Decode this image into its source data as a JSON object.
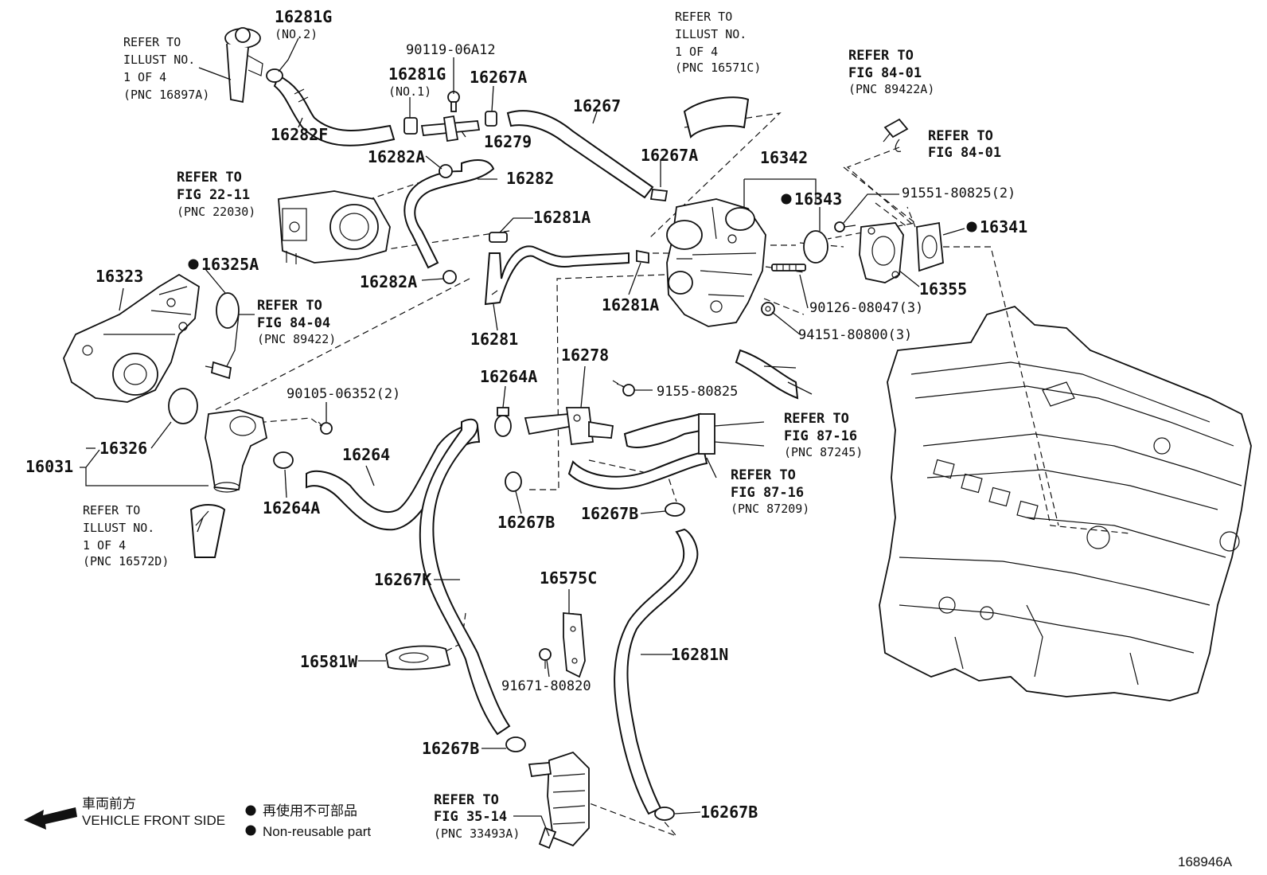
{
  "parts": {
    "p16281g_no2": "16281G",
    "p16281g_no2_sub": "(NO.2)",
    "p16282f": "16282F",
    "p90119": "90119-06A12",
    "p16281g_no1": "16281G",
    "p16281g_no1_sub": "(NO.1)",
    "p16267a_top": "16267A",
    "p16267": "16267",
    "p16279": "16279",
    "p16282a_top": "16282A",
    "p16282": "16282",
    "p16281a_left": "16281A",
    "p16282a_mid": "16282A",
    "p16281": "16281",
    "p16267a_right": "16267A",
    "p16342": "16342",
    "p16343": "16343",
    "p16341": "16341",
    "p91551": "91551-80825(2)",
    "p16355": "16355",
    "p16281a_right": "16281A",
    "p90126": "90126-08047(3)",
    "p94151": "94151-80800(3)",
    "p16323": "16323",
    "p16325a": "16325A",
    "p16326": "16326",
    "p16031": "16031",
    "p90105": "90105-06352(2)",
    "p16264": "16264",
    "p16264a_top": "16264A",
    "p16264a_bot": "16264A",
    "p16278": "16278",
    "p9155": "9155-80825",
    "p16267b_a": "16267B",
    "p16267b_b": "16267B",
    "p16267k": "16267K",
    "p16575c": "16575C",
    "p16581w": "16581W",
    "p91671": "91671-80820",
    "p16281n": "16281N",
    "p16267b_c": "16267B",
    "p16267b_d": "16267B"
  },
  "refs": {
    "r1": [
      "REFER TO",
      "ILLUST NO.",
      "1 OF 4",
      "(PNC 16897A)"
    ],
    "r2": [
      "REFER TO",
      "ILLUST NO.",
      "1 OF 4",
      "(PNC 16571C)"
    ],
    "r3": [
      "REFER TO",
      "FIG 84-01",
      "(PNC 89422A)"
    ],
    "r4": [
      "REFER TO",
      "FIG 84-01"
    ],
    "r5": [
      "REFER TO",
      "FIG 22-11",
      "(PNC 22030)"
    ],
    "r6": [
      "REFER TO",
      "FIG 84-04",
      "(PNC 89422)"
    ],
    "r7": [
      "REFER TO",
      "FIG 87-16",
      "(PNC 87245)"
    ],
    "r8": [
      "REFER TO",
      "FIG 87-16",
      "(PNC 87209)"
    ],
    "r9": [
      "REFER TO",
      "ILLUST NO.",
      "1 OF 4",
      "(PNC 16572D)"
    ],
    "r10": [
      "REFER TO",
      "FIG 35-14",
      "(PNC 33493A)"
    ]
  },
  "legend": {
    "front_jp": "車両前方",
    "front_en": "VEHICLE FRONT SIDE",
    "nonreuse_jp": "再使用不可部品",
    "nonreuse_en": "Non-reusable part"
  },
  "figure_id": "168946A",
  "icons": [
    "arrow-left-icon",
    "bullet-dot-icon"
  ]
}
